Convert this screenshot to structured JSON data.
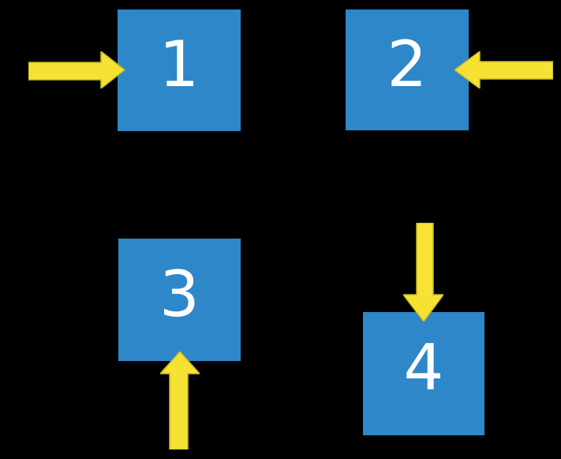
{
  "diagram": {
    "background_color": "#000000",
    "colors": {
      "square_fill": "#2D87C8",
      "arrow_fill": "#F5E232",
      "label_text": "#FFFFFF"
    },
    "squares": [
      {
        "label": "1"
      },
      {
        "label": "2"
      },
      {
        "label": "3"
      },
      {
        "label": "4"
      }
    ],
    "arrows": [
      {
        "direction": "right",
        "points_at": "1"
      },
      {
        "direction": "left",
        "points_at": "2"
      },
      {
        "direction": "up",
        "points_at": "3"
      },
      {
        "direction": "down",
        "points_at": "4"
      }
    ]
  }
}
